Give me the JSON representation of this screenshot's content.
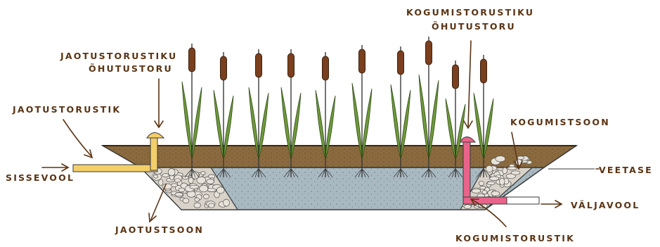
{
  "labels": {
    "jaotustorustiku_ohutustoru_line1": "JAOTUSTORUSTIKU",
    "jaotustorustiku_ohutustoru_line2": "ÕHUTUSTORU",
    "jaotustorustik": "JAOTUSTORUSTIK",
    "sissevool": "SISSEVOOL",
    "jaotustsoon": "JAOTUSTSOON",
    "kogumistorustiku_ohutustoru_line1": "KOGUMISTORUSTIKU",
    "kogumistorustiku_ohutustoru_line2": "ÕHUTUSTORU",
    "kogumistsoon": "KOGUMISTSOON",
    "veetase": "VEETASE",
    "valjavool": "VÄLJAVOOL",
    "kogumistorustik": "KOGUMISTORUSTIK"
  },
  "colors": {
    "label_text": "#5a3414",
    "soil_top": "#8a6a3e",
    "soil_dark": "#5e4522",
    "water": "#a9b9c2",
    "gravel": "#d6d0c6",
    "inlet_pipe": "#f2cf6a",
    "outlet_pipe": "#e9648a",
    "cattail_head": "#7a3f1e",
    "leaf": "#6e9a3a"
  },
  "icons": [
    "cattail-plant-icon",
    "arrow-icon",
    "vent-pipe-icon"
  ]
}
